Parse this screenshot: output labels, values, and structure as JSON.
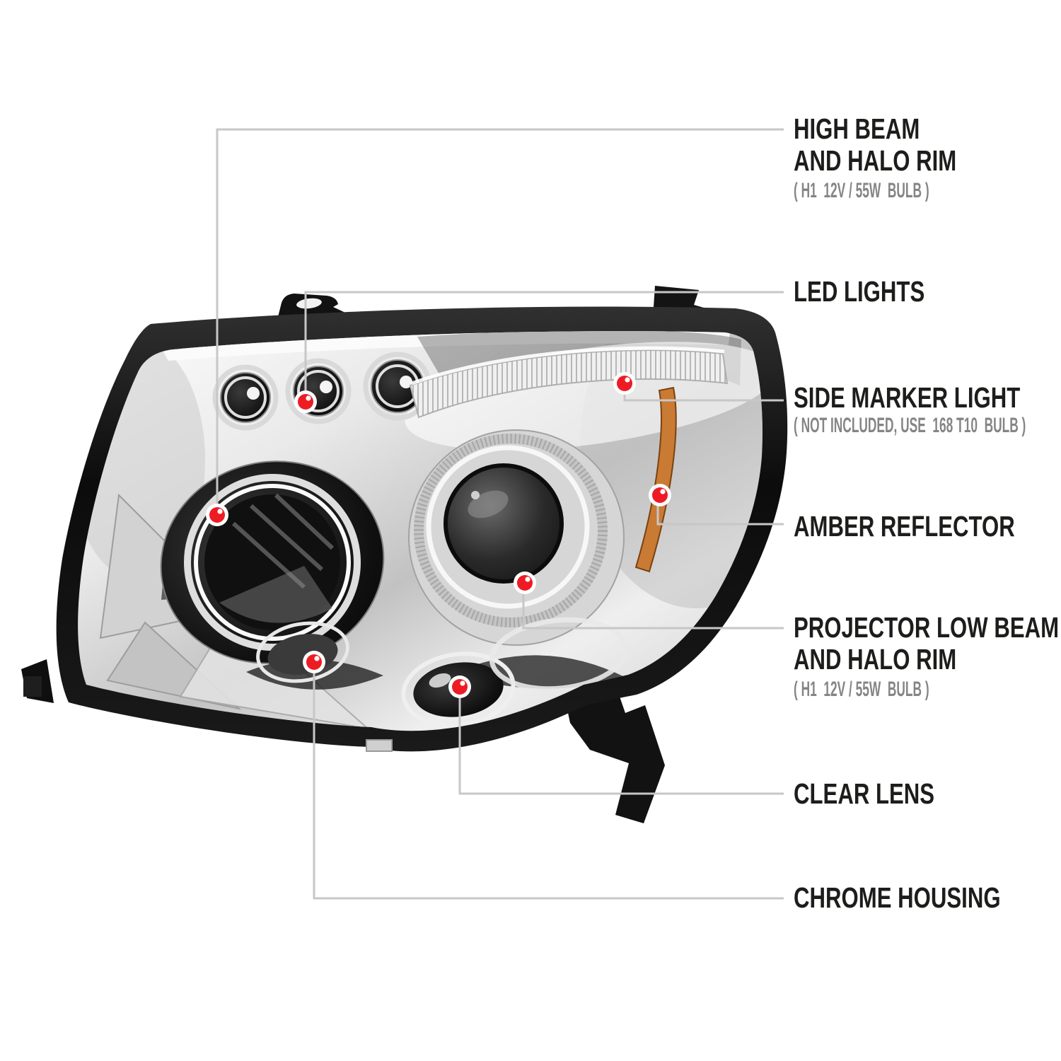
{
  "title": "Headlight feature callout diagram",
  "callouts": [
    {
      "id": "high-beam",
      "lines": [
        "HIGH BEAM",
        "AND HALO RIM"
      ],
      "sub": "( H1  12V / 55W  BULB )"
    },
    {
      "id": "led-lights",
      "lines": [
        "LED LIGHTS"
      ],
      "sub": ""
    },
    {
      "id": "side-marker-light",
      "lines": [
        "SIDE MARKER LIGHT"
      ],
      "sub": "( NOT INCLUDED, USE  168 T10  BULB )"
    },
    {
      "id": "amber-reflector",
      "lines": [
        "AMBER REFLECTOR"
      ],
      "sub": ""
    },
    {
      "id": "projector-low-beam",
      "lines": [
        "PROJECTOR LOW BEAM",
        "AND HALO RIM"
      ],
      "sub": "( H1  12V / 55W  BULB )"
    },
    {
      "id": "clear-lens",
      "lines": [
        "CLEAR LENS"
      ],
      "sub": ""
    },
    {
      "id": "chrome-housing",
      "lines": [
        "CHROME HOUSING"
      ],
      "sub": ""
    }
  ],
  "colors": {
    "marker": "#ed1c24",
    "line": "#c7c7c7",
    "label": "#1d1d1b",
    "sub": "#858585",
    "amber": "#c97a33"
  }
}
